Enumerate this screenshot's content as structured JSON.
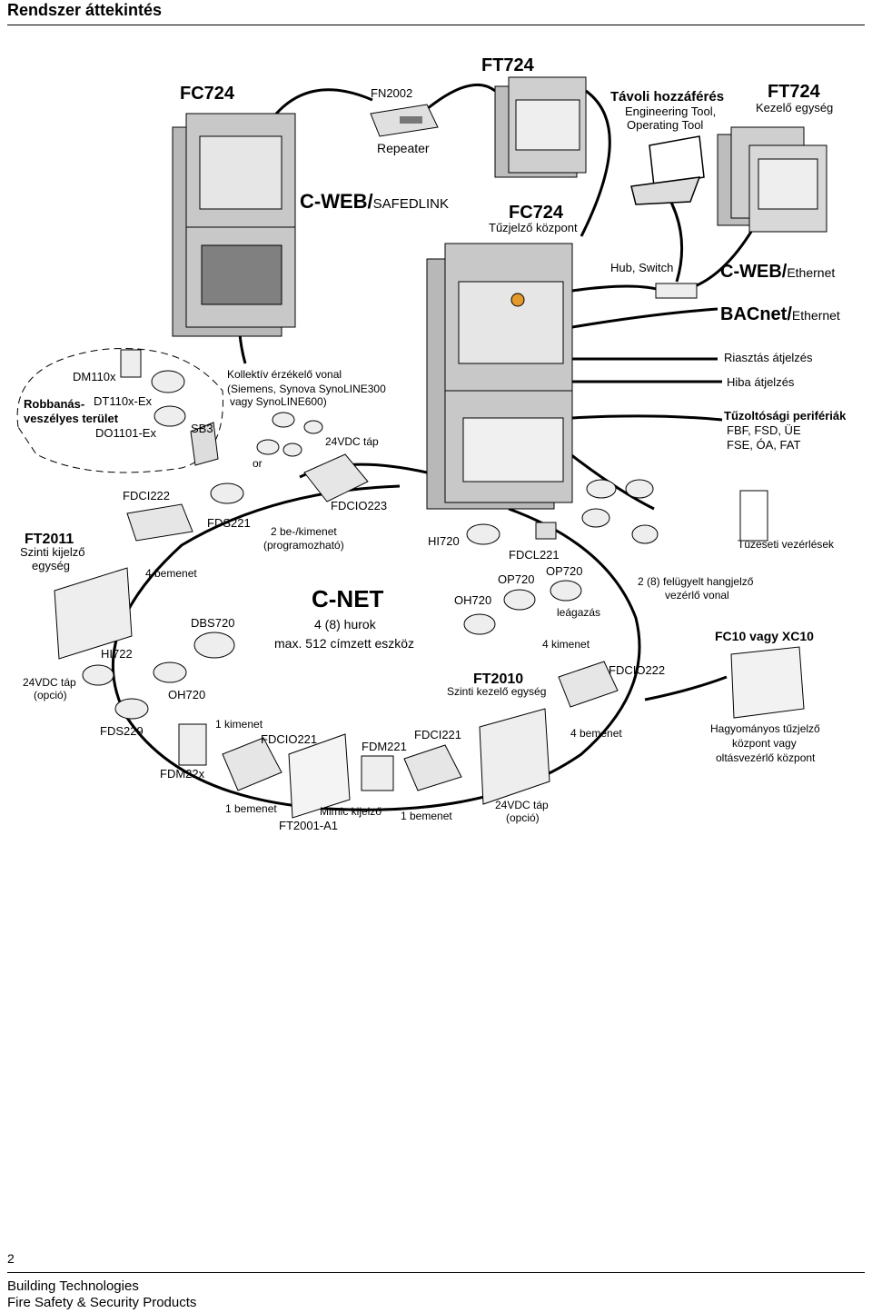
{
  "header": {
    "title": "Rendszer áttekintés"
  },
  "footer": {
    "page_number": "2",
    "company": "Building Technologies",
    "division": "Fire Safety & Security Products"
  },
  "diagram": {
    "panel_fc724_left": "FC724",
    "fn2002": "FN2002",
    "repeater": "Repeater",
    "ft724_top": "FT724",
    "remote_access_title": "Távoli hozzáférés",
    "engineering_tool": "Engineering Tool,",
    "operating_tool": "Operating Tool",
    "ft724_right": "FT724",
    "ft724_right_sub": "Kezelő egység",
    "cweb_bold": "C-WEB/",
    "safedlink": "SAFEDLINK",
    "fc724_center": "FC724",
    "fc724_center_sub": "Tűzjelző központ",
    "hub_switch": "Hub, Switch",
    "cweb_eth_bold": "C-WEB/",
    "ethernet_1": "Ethernet",
    "bacnet_bold": "BACnet/",
    "ethernet_2": "Ethernet",
    "dm110x": "DM110x",
    "robbanas_1": "Robbanás-",
    "robbanas_2": "veszélyes terület",
    "dt110x": "DT110x-Ex",
    "do1101": "DO1101-Ex",
    "sb3": "SB3",
    "kollektiv_1": "Kollektív érzékelő vonal",
    "kollektiv_2": "(Siemens, Synova SynoLINE300",
    "kollektiv_3": "vagy SynoLINE600)",
    "tap_24vdc": "24VDC táp",
    "or": "or",
    "riasztas": "Riasztás átjelzés",
    "hiba": "Hiba átjelzés",
    "tuzoltosagi": "Tűzoltósági perifériák",
    "fbf": "FBF, FSD, ÜE",
    "fse": "FSE, ÓA, FAT",
    "fdci222": "FDCI222",
    "fdcio223": "FDCIO223",
    "fds221": "FDS221",
    "bekimenet_1": "2 be-/kimenet",
    "bekimenet_2": "(programozható)",
    "ft2011": "FT2011",
    "ft2011_sub1": "Szinti kijelző",
    "ft2011_sub2": "egység",
    "bemenet_4_a": "4 bemenet",
    "hi720_top": "HI720",
    "fdcl221": "FDCL221",
    "tuzeseti": "Tűzeseti vezérlések",
    "op720_a": "OP720",
    "op720_b": "OP720",
    "hangjelzo_1": "2 (8) felügyelt hangjelző",
    "hangjelzo_2": "vezérlő vonal",
    "cnet": "C-NET",
    "hurok": "4 (8) hurok",
    "max512": "max. 512 címzett eszköz",
    "oh720_mid": "OH720",
    "leagazas": "leágazás",
    "dbs720": "DBS720",
    "kimenet_4": "4 kimenet",
    "fc10": "FC10 vagy XC10",
    "hi722": "HI722",
    "tap_opcio_l1": "24VDC táp",
    "tap_opcio_l2": "(opció)",
    "oh720_low": "OH720",
    "ft2010": "FT2010",
    "ft2010_sub": "Szinti kezelő egység",
    "fdcio222": "FDCIO222",
    "fds229": "FDS229",
    "kimenet_1": "1 kimenet",
    "fdcio221": "FDCIO221",
    "fdm221": "FDM221",
    "fdci221": "FDCI221",
    "bemenet_4_b": "4 bemenet",
    "hagyomanyos_1": "Hagyományos tűzjelző",
    "hagyomanyos_2": "központ vagy",
    "hagyomanyos_3": "oltásvezérlő központ",
    "fdm22x": "FDM22x",
    "bemenet_1_a": "1 bemenet",
    "mimic": "Mimic kijelző",
    "ft2001": "FT2001-A1",
    "bemenet_1_b": "1 bemenet",
    "tap_bottom_1": "24VDC táp",
    "tap_bottom_2": "(opció)"
  }
}
